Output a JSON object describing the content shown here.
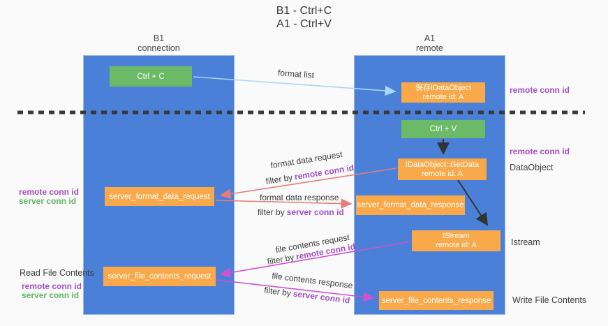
{
  "title": {
    "line1": "B1 - Ctrl+C",
    "line2": "A1 - Ctrl+V"
  },
  "columns": {
    "left": {
      "title": "B1",
      "subtitle": "connection"
    },
    "right": {
      "title": "A1",
      "subtitle": "remote"
    }
  },
  "nodes": {
    "ctrl_c": {
      "label": "Ctrl + C"
    },
    "save_dataobject": {
      "line1": "保存IDataObject",
      "line2": "remote id: A"
    },
    "ctrl_v": {
      "label": "Ctrl + V"
    },
    "getdata": {
      "line1": "IDataObject::GetData",
      "line2": "remote id: A"
    },
    "format_request": {
      "label": "server_format_data_request"
    },
    "format_response": {
      "label": "server_format_data_response"
    },
    "istream": {
      "line1": "IStream",
      "line2": "remote id: A"
    },
    "file_request": {
      "label": "server_file_contents_request"
    },
    "file_response": {
      "label": "server_file_contents_response"
    }
  },
  "edges": {
    "format_list": "format list",
    "format_data_request": "format data request",
    "format_data_response": "format data response",
    "file_contents_request": "file contents request",
    "file_contents_response": "file contents response",
    "filter_by": "filter by",
    "remote_conn_id": "remote conn id",
    "server_conn_id": "server conn id"
  },
  "side_labels": {
    "remote_conn_id": "remote conn id",
    "server_conn_id": "server conn id",
    "dataobject": "DataObject",
    "istream": "Istream",
    "read_file_contents": "Read File Contents",
    "write_file_contents": "Write File Contents"
  },
  "colors": {
    "column_blue": "#4a80d8",
    "box_orange": "#f9a94a",
    "box_green": "#6aba68",
    "purple_text": "#a24fc4",
    "green_text": "#5db661",
    "arrow_light_blue": "#a9d6f5",
    "arrow_red": "#e87c7c",
    "arrow_magenta": "#ce52ce",
    "arrow_black": "#333333"
  }
}
